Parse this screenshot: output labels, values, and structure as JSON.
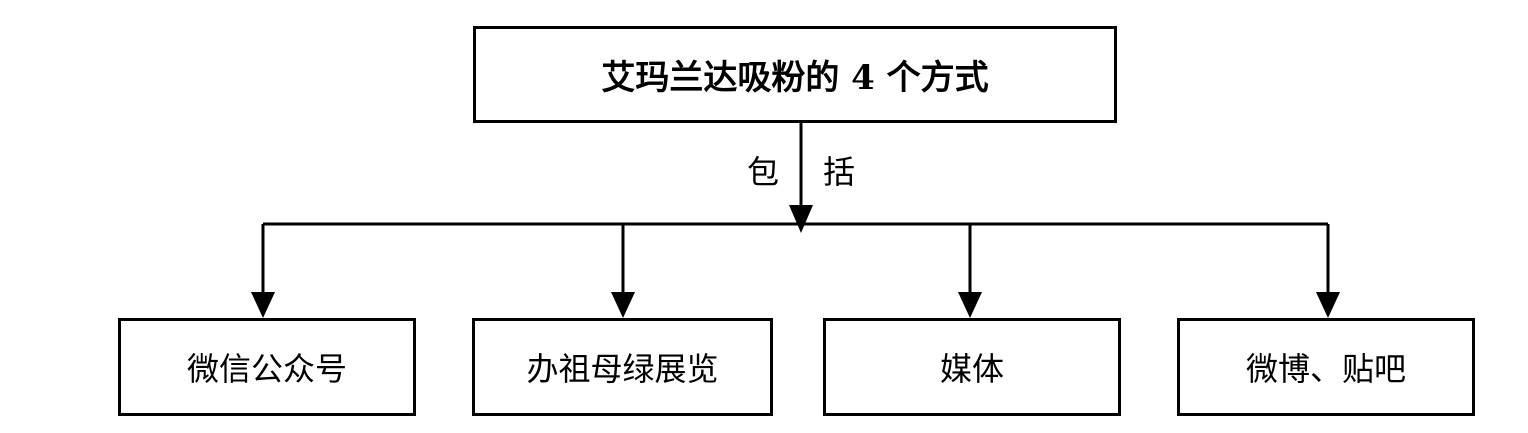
{
  "diagram": {
    "root": {
      "label": "艾玛兰达吸粉的 4 个方式"
    },
    "relation": {
      "chars": [
        "包",
        "括"
      ]
    },
    "children": [
      {
        "label": "微信公众号"
      },
      {
        "label": "办祖母绿展览"
      },
      {
        "label": "媒体"
      },
      {
        "label": "微博、贴吧"
      }
    ],
    "colors": {
      "line": "#000000",
      "box_border": "#000000",
      "background": "#ffffff"
    }
  }
}
